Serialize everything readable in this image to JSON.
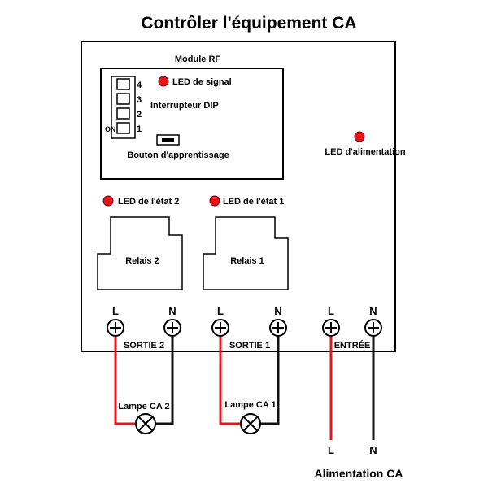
{
  "title": "Contrôler l'équipement CA",
  "module": {
    "label": "Module RF",
    "signal_led": "LED de signal",
    "dip_label": "Interrupteur DIP",
    "dip_numbers": [
      "4",
      "3",
      "2",
      "1"
    ],
    "dip_on": "ON",
    "learn_button": "Bouton d'apprentissage"
  },
  "power_led": "LED d'alimentation",
  "status_leds": [
    "LED de l'état 2",
    "LED de l'état 1"
  ],
  "relays": [
    "Relais 2",
    "Relais 1"
  ],
  "terminals": {
    "letters": [
      "L",
      "N",
      "L",
      "N",
      "L",
      "N"
    ],
    "groups": [
      "SORTIE 2",
      "SORTIE 1",
      "ENTRÉE"
    ]
  },
  "lamps": [
    "Lampe CA 2",
    "Lampe CA 1"
  ],
  "supply": {
    "l": "L",
    "n": "N",
    "label": "Alimentation CA"
  },
  "colors": {
    "led": "#e8141b",
    "live": "#e8141b",
    "neutral": "#111111",
    "outline": "#000000"
  }
}
